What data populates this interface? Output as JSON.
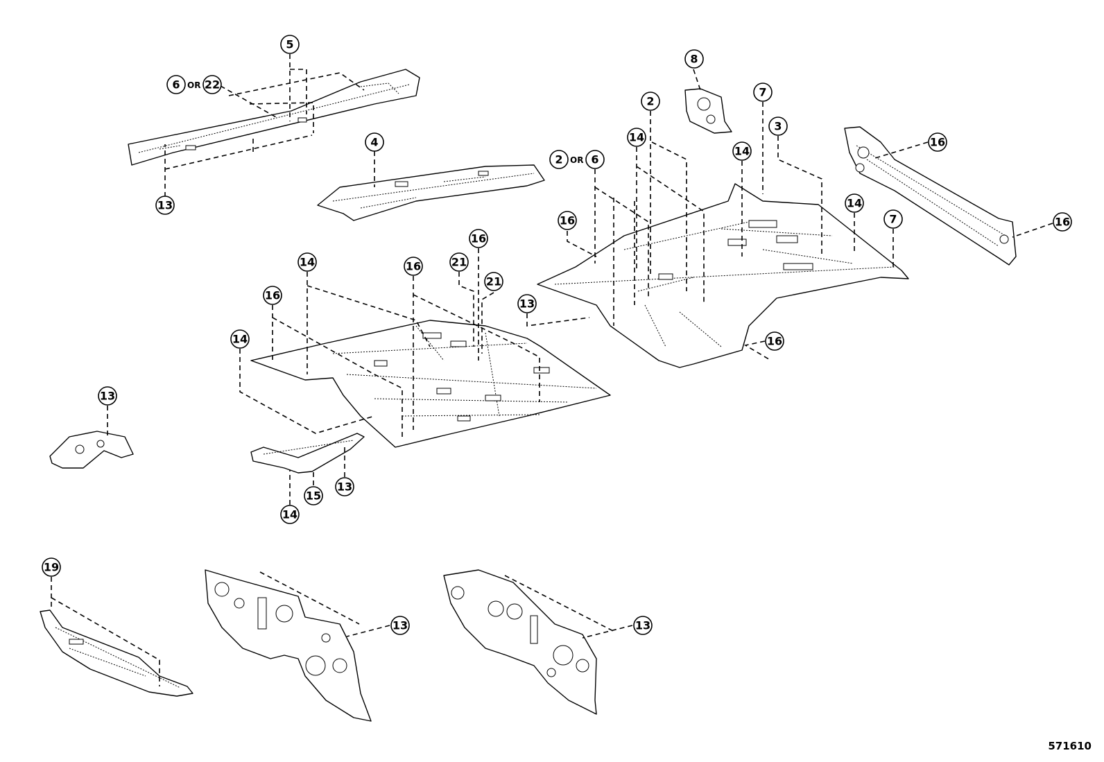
{
  "diagram": {
    "id": "571610",
    "or_label": "OR",
    "callouts": [
      "5",
      "6",
      "22",
      "13",
      "4",
      "8",
      "2",
      "7",
      "14",
      "3",
      "16",
      "14",
      "2",
      "6",
      "16",
      "14",
      "16",
      "21",
      "16",
      "21",
      "14",
      "13",
      "16",
      "16",
      "14",
      "7",
      "13",
      "15",
      "13",
      "14",
      "19",
      "13",
      "13"
    ]
  }
}
